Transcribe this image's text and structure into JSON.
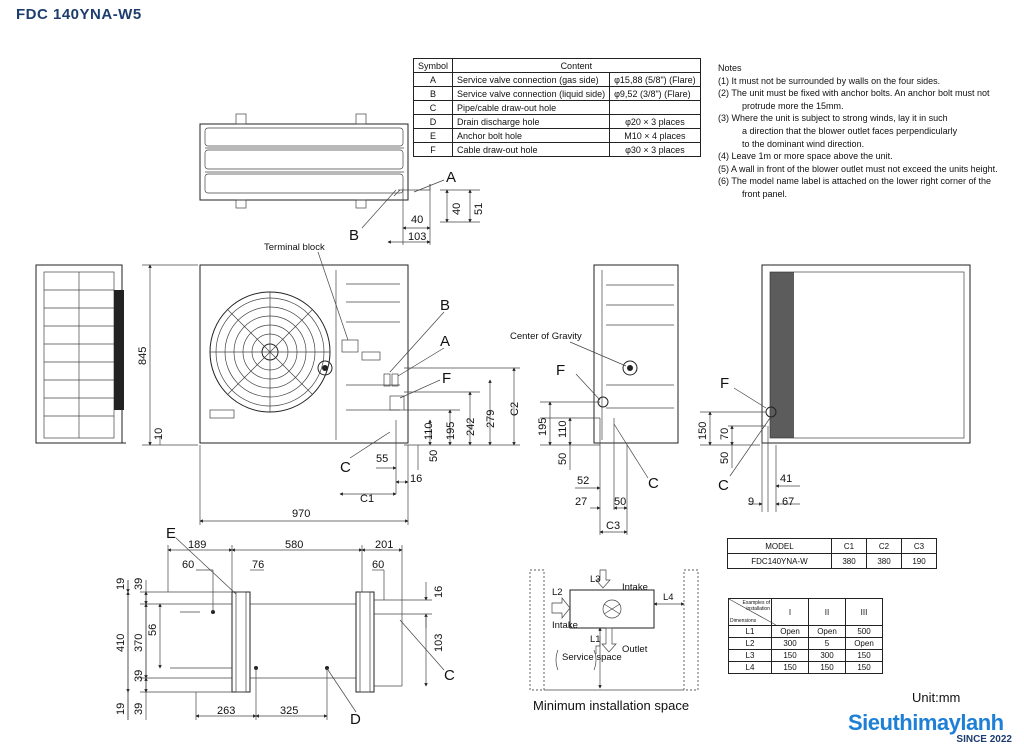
{
  "title": "FDC 140YNA-W5",
  "symbol_table": {
    "header_symbol": "Symbol",
    "header_content": "Content",
    "rows": [
      {
        "sym": "A",
        "content": "Service valve connection (gas side)",
        "spec": "φ15,88 (5/8\") (Flare)"
      },
      {
        "sym": "B",
        "content": "Service valve connection (liquid side)",
        "spec": "φ9,52 (3/8\") (Flare)"
      },
      {
        "sym": "C",
        "content": "Pipe/cable draw-out hole",
        "spec": ""
      },
      {
        "sym": "D",
        "content": "Drain discharge hole",
        "spec": "φ20 × 3 places"
      },
      {
        "sym": "E",
        "content": "Anchor bolt hole",
        "spec": "M10 × 4 places"
      },
      {
        "sym": "F",
        "content": "Cable draw-out hole",
        "spec": "φ30 × 3 places"
      }
    ]
  },
  "notes": {
    "heading": "Notes",
    "lines": [
      "(1) It must not be surrounded by walls on the four sides.",
      "(2) The unit must be fixed with anchor bolts. An anchor bolt must not",
      "protrude more the 15mm.",
      "(3) Where the unit is subject to strong winds, lay it in such",
      "a direction that the blower outlet faces perpendicularly",
      "to the dominant wind direction.",
      "(4) Leave 1m or more space above the unit.",
      "(5) A wall in front of the blower outlet must not exceed the units height.",
      "(6) The model name label is attached on the lower right corner of the",
      "front panel."
    ]
  },
  "labels": {
    "terminal_block": "Terminal block",
    "center_of_gravity": "Center of Gravity",
    "min_install": "Minimum installation space",
    "intake": "Intake",
    "outlet": "Outlet",
    "service_space": "Service space",
    "unit": "Unit:mm"
  },
  "dims": {
    "d845": "845",
    "d10": "10",
    "d970": "970",
    "d40": "40",
    "d51": "51",
    "d103": "103",
    "d55": "55",
    "d16": "16",
    "d110": "110",
    "d195": "195",
    "d242": "242",
    "d279": "279",
    "d50": "50",
    "c1": "C1",
    "c2": "C2",
    "c3": "C3",
    "r195": "195",
    "r110": "110",
    "r50": "50",
    "r52": "52",
    "r27": "27",
    "r50b": "50",
    "s150": "150",
    "s70": "70",
    "s50": "50",
    "s41": "41",
    "s9": "9",
    "s67": "67",
    "b189": "189",
    "b580": "580",
    "b201": "201",
    "b60": "60",
    "b76": "76",
    "b60b": "60",
    "b16": "16",
    "b19": "19",
    "b39": "39",
    "b56": "56",
    "b410": "410",
    "b370": "370",
    "b39b": "39",
    "b19b": "19",
    "b39c": "39",
    "b103": "103",
    "b263": "263",
    "b325": "325"
  },
  "letters": {
    "A": "A",
    "B": "B",
    "C": "C",
    "D": "D",
    "E": "E",
    "F": "F"
  },
  "model_table": {
    "headers": [
      "MODEL",
      "C1",
      "C2",
      "C3"
    ],
    "row": [
      "FDC140YNA-W",
      "380",
      "380",
      "190"
    ]
  },
  "example_table": {
    "corner_top": "Examples of installation",
    "corner_bottom": "Dimensions",
    "headers": [
      "I",
      "II",
      "III"
    ],
    "rows": [
      [
        "L1",
        "Open",
        "Open",
        "500"
      ],
      [
        "L2",
        "300",
        "5",
        "Open"
      ],
      [
        "L3",
        "150",
        "300",
        "150"
      ],
      [
        "L4",
        "150",
        "150",
        "150"
      ]
    ]
  },
  "logo": {
    "brand": "Sieuthimaylanh",
    "since": "SINCE 2022"
  }
}
